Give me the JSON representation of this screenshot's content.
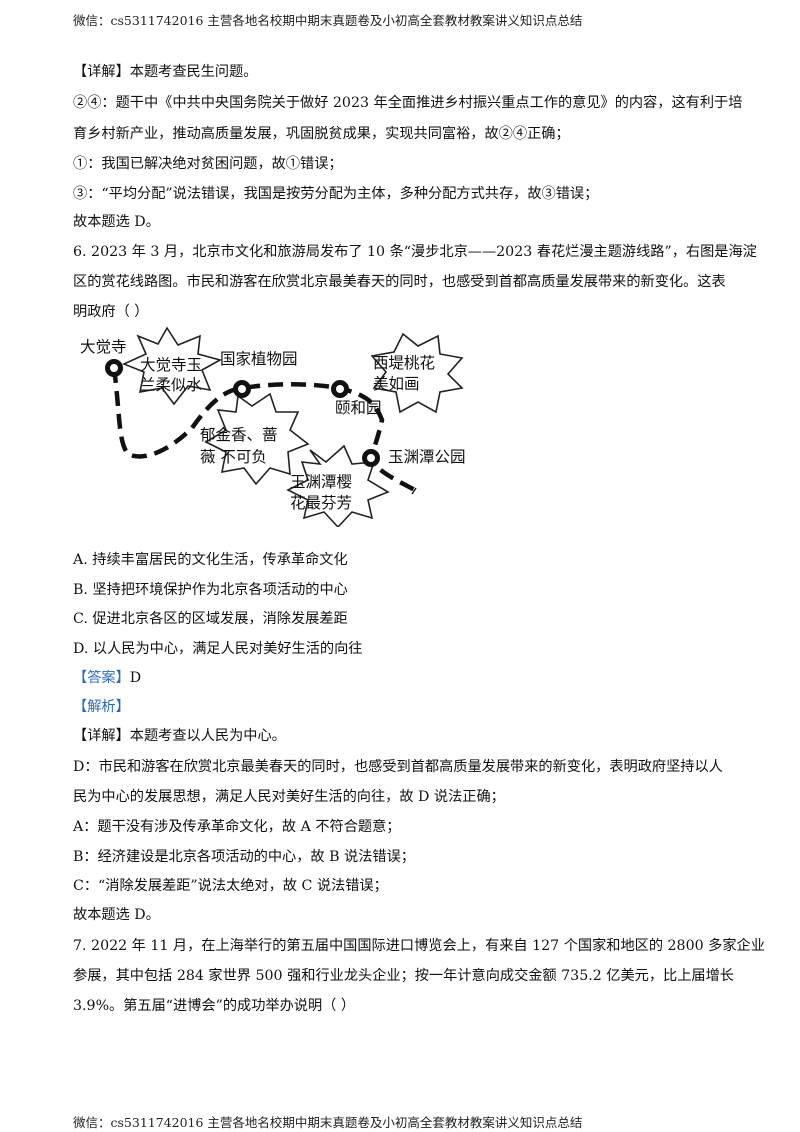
{
  "header": "微信：cs5311742016  主营各地名校期中期末真题卷及小初高全套教材教案讲义知识点总结",
  "footer": "微信：cs5311742016  主营各地名校期中期末真题卷及小初高全套教材教案讲义知识点总结",
  "q5_explain": {
    "detail": "【详解】本题考查民生问题。",
    "l1": "②④：题干中《中共中央国务院关于做好 2023 年全面推进乡村振兴重点工作的意见》的内容，这有利于培",
    "l2": "育乡村新产业，推动高质量发展，巩固脱贫成果，实现共同富裕，故②④正确；",
    "l3": "①：我国已解决绝对贫困问题，故①错误；",
    "l4": "③：“平均分配”说法错误，我国是按劳分配为主体，多种分配方式共存，故③错误；",
    "conclusion": "故本题选 D。"
  },
  "q6": {
    "stem_l1": "6. 2023 年 3 月，北京市文化和旅游局发布了 10 条“漫步北京——2023 春花烂漫主题游线路”，右图是海淀",
    "stem_l2": "区的赏花线路图。市民和游客在欣赏北京最美春天的同时，也感受到首都高质量发展带来的新变化。这表",
    "stem_l3": "明政府（        ）",
    "map": {
      "dajuesi": "大觉寺",
      "star1_l1": "大觉寺玉",
      "star1_l2": "兰柔似水",
      "guojia": "国家植物园",
      "star2_l1": "西堤桃花",
      "star2_l2": "美如画",
      "yiheyuan": "颐和园",
      "star3_l1": "郁金香、蔷",
      "star3_l2": "薇 不可负",
      "yuyuantan": "玉渊潭公园",
      "star4_l1": "玉渊潭樱",
      "star4_l2": "花最芬芳"
    },
    "options": {
      "A": "A.  持续丰富居民的文化生活，传承革命文化",
      "B": "B.  坚持把环境保护作为北京各项活动的中心",
      "C": "C.  促进北京各区的区域发展，消除发展差距",
      "D": "D.  以人民为中心，满足人民对美好生活的向往"
    },
    "answer_label": "【答案】",
    "answer_value": "D",
    "analysis_label": "【解析】",
    "detail": "【详解】本题考查以人民为中心。",
    "e1": "D：市民和游客在欣赏北京最美春天的同时，也感受到首都高质量发展带来的新变化，表明政府坚持以人",
    "e2": "民为中心的发展思想，满足人民对美好生活的向往，故 D 说法正确；",
    "e3": "A：题干没有涉及传承革命文化，故 A 不符合题意；",
    "e4": "B：经济建设是北京各项活动的中心，故 B 说法错误；",
    "e5": "C：“消除发展差距”说法太绝对，故 C 说法错误；",
    "conclusion": "故本题选 D。"
  },
  "q7": {
    "l1": "7. 2022 年 11 月，在上海举行的第五届中国国际进口博览会上，有来自 127 个国家和地区的 2800 多家企业",
    "l2": "参展，其中包括 284 家世界 500 强和行业龙头企业；按一年计意向成交金额 735.2 亿美元，比上届增长",
    "l3": "3.9%。第五届“进博会”的成功举办说明（     ）"
  }
}
